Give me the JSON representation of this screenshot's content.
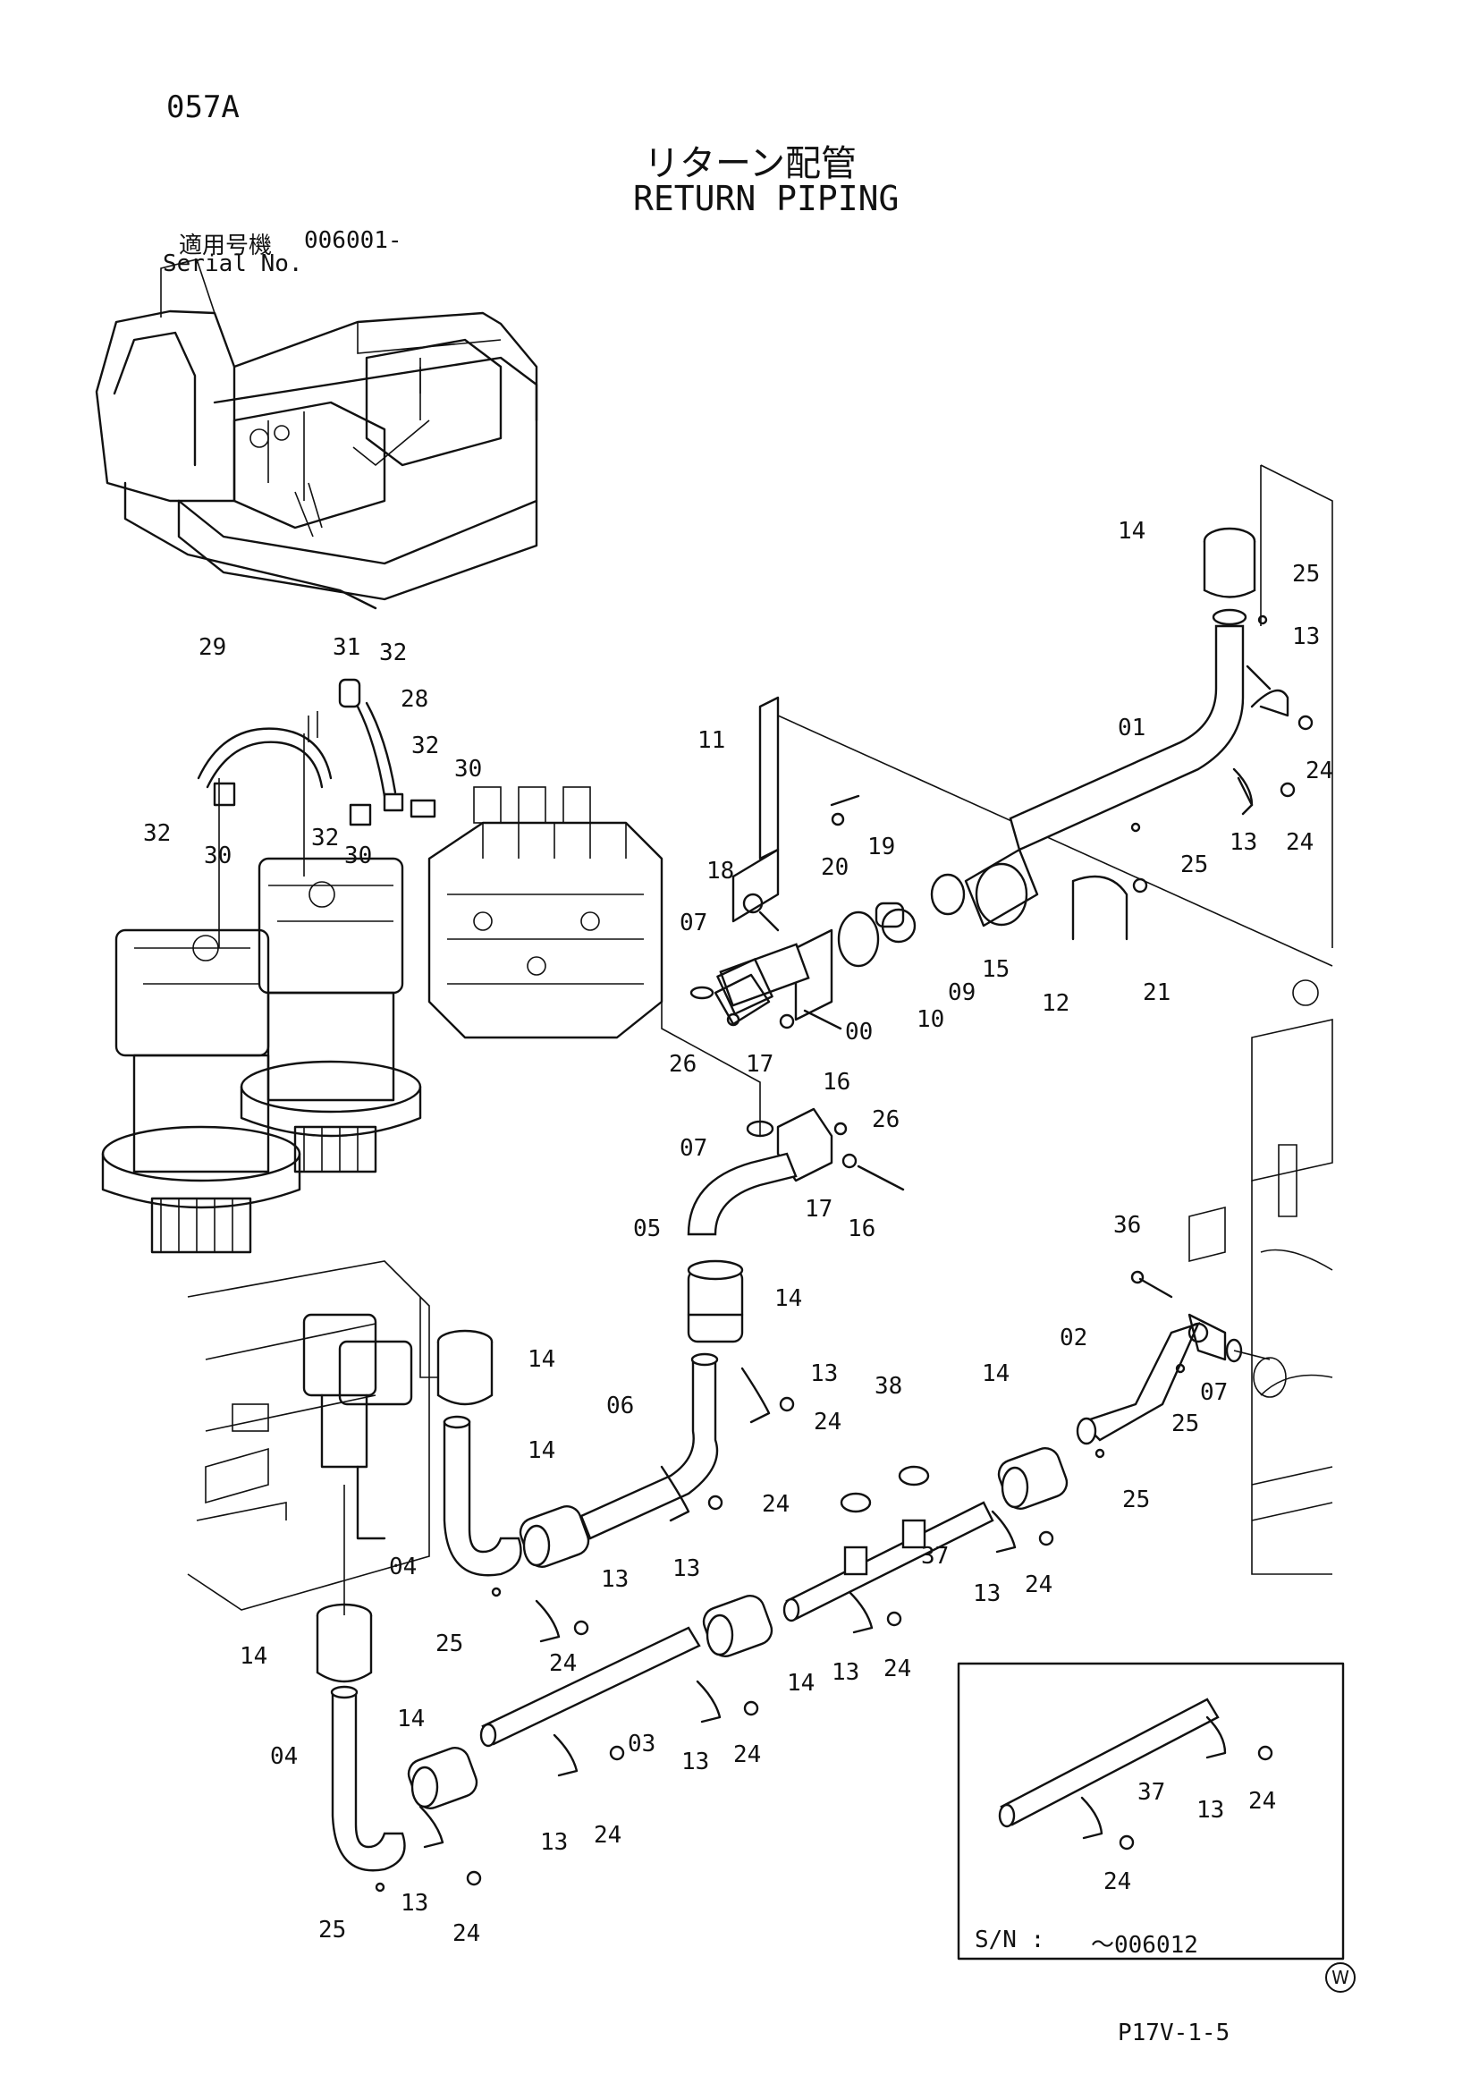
{
  "header": {
    "page_code": "057A",
    "title_jp": "リターン配管",
    "title_en": "RETURN PIPING",
    "serial_label_jp": "適用号機",
    "serial_value": "006001-",
    "serial_label_en": "Serial No."
  },
  "callouts": {
    "c14a": "14",
    "c25a": "25",
    "c13a": "13",
    "c01": "01",
    "c24a": "24",
    "c13b": "13",
    "c24b": "24",
    "c25b": "25",
    "c21": "21",
    "c12": "12",
    "c15": "15",
    "c09": "09",
    "c10": "10",
    "c00": "00",
    "c11": "11",
    "c20": "20",
    "c19": "19",
    "c18": "18",
    "c07a": "07",
    "c26a": "26",
    "c17a": "17",
    "c16a": "16",
    "c29": "29",
    "c31": "31",
    "c32a": "32",
    "c28": "28",
    "c32b": "32",
    "c30a": "30",
    "c32c": "32",
    "c30b": "30",
    "c32d": "32",
    "c30c": "30",
    "c07b": "07",
    "c26b": "26",
    "c17b": "17",
    "c16b": "16",
    "c05": "05",
    "c14b": "14",
    "c36": "36",
    "c02": "02",
    "c07c": "07",
    "c25c": "25",
    "c25d": "25",
    "c14c": "14",
    "c14d": "14",
    "c13c": "13",
    "c24c": "24",
    "c06": "06",
    "c38": "38",
    "c14e": "14",
    "c24d": "24",
    "c13d": "13",
    "c37a": "37",
    "c13e": "13",
    "c24e": "24",
    "c04a": "04",
    "c13f": "13",
    "c25e": "25",
    "c24f": "24",
    "c14f": "14",
    "c13g": "13",
    "c24g": "24",
    "c14g": "14",
    "c03": "03",
    "c13h": "13",
    "c24h": "24",
    "c04b": "04",
    "c14h": "14",
    "c13i": "13",
    "c24i": "24",
    "c25f": "25",
    "c24j": "24",
    "c13j": "13",
    "c24k": "24",
    "c37b": "37",
    "c13k": "13",
    "c24l": "24"
  },
  "inset": {
    "sn_label": "S/N :",
    "sn_value": "～006012"
  },
  "footer": {
    "code": "P17V-1-5",
    "mark": "W"
  }
}
